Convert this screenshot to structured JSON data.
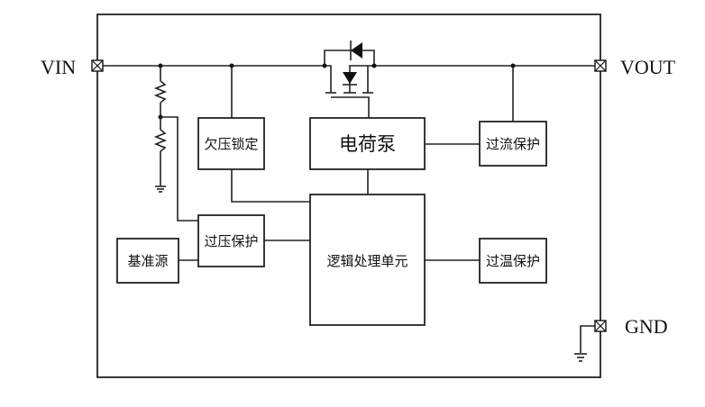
{
  "pins": {
    "vin": "VIN",
    "vout": "VOUT",
    "gnd": "GND"
  },
  "blocks": {
    "uvlo": "欠压锁定",
    "charge_pump": "电荷泵",
    "over_current": "过流保护",
    "over_voltage": "过压保护",
    "reference": "基准源",
    "logic_unit": "逻辑处理单元",
    "over_temp": "过温保护"
  },
  "icons": {
    "pin_terminal": "boxed-x-terminal",
    "mosfet": "p-mosfet-with-body-diode",
    "resistor": "resistor-zigzag",
    "ground": "ground-symbol"
  }
}
